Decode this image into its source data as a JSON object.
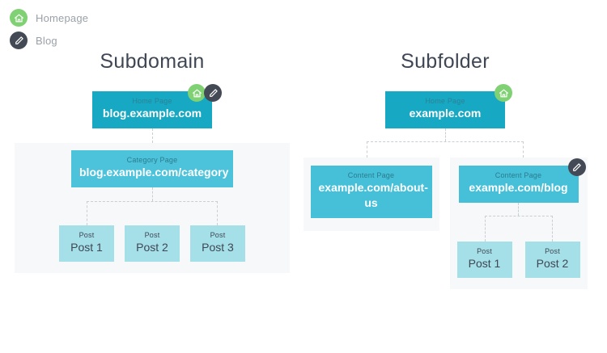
{
  "legend": {
    "items": [
      {
        "icon": "home-icon",
        "label": "Homepage"
      },
      {
        "icon": "pencil-icon",
        "label": "Blog"
      }
    ]
  },
  "colors": {
    "home_box": "#17a8c3",
    "content_box": "#45c0d8",
    "category_box": "#4cc3da",
    "post_box": "#a5dfe7",
    "panel": "#f6f8f9",
    "badge_home": "#7fd173",
    "badge_pencil": "#434a55",
    "title_text": "#3f4755",
    "connector": "#c9ced3"
  },
  "columns": [
    {
      "title": "Subdomain",
      "home": {
        "kind": "Home Page",
        "url": "blog.example.com",
        "badges": [
          "home-icon",
          "pencil-icon"
        ]
      },
      "category": {
        "kind": "Category Page",
        "url": "blog.example.com/category"
      },
      "posts": [
        {
          "kind": "Post",
          "title": "Post 1"
        },
        {
          "kind": "Post",
          "title": "Post 2"
        },
        {
          "kind": "Post",
          "title": "Post 3"
        }
      ]
    },
    {
      "title": "Subfolder",
      "home": {
        "kind": "Home Page",
        "url": "example.com",
        "badges": [
          "home-icon"
        ]
      },
      "content_left": {
        "kind": "Content Page",
        "url": "example.com/about-us",
        "badges": []
      },
      "content_right": {
        "kind": "Content Page",
        "url": "example.com/blog",
        "badges": [
          "pencil-icon"
        ]
      },
      "posts": [
        {
          "kind": "Post",
          "title": "Post 1"
        },
        {
          "kind": "Post",
          "title": "Post 2"
        }
      ]
    }
  ]
}
